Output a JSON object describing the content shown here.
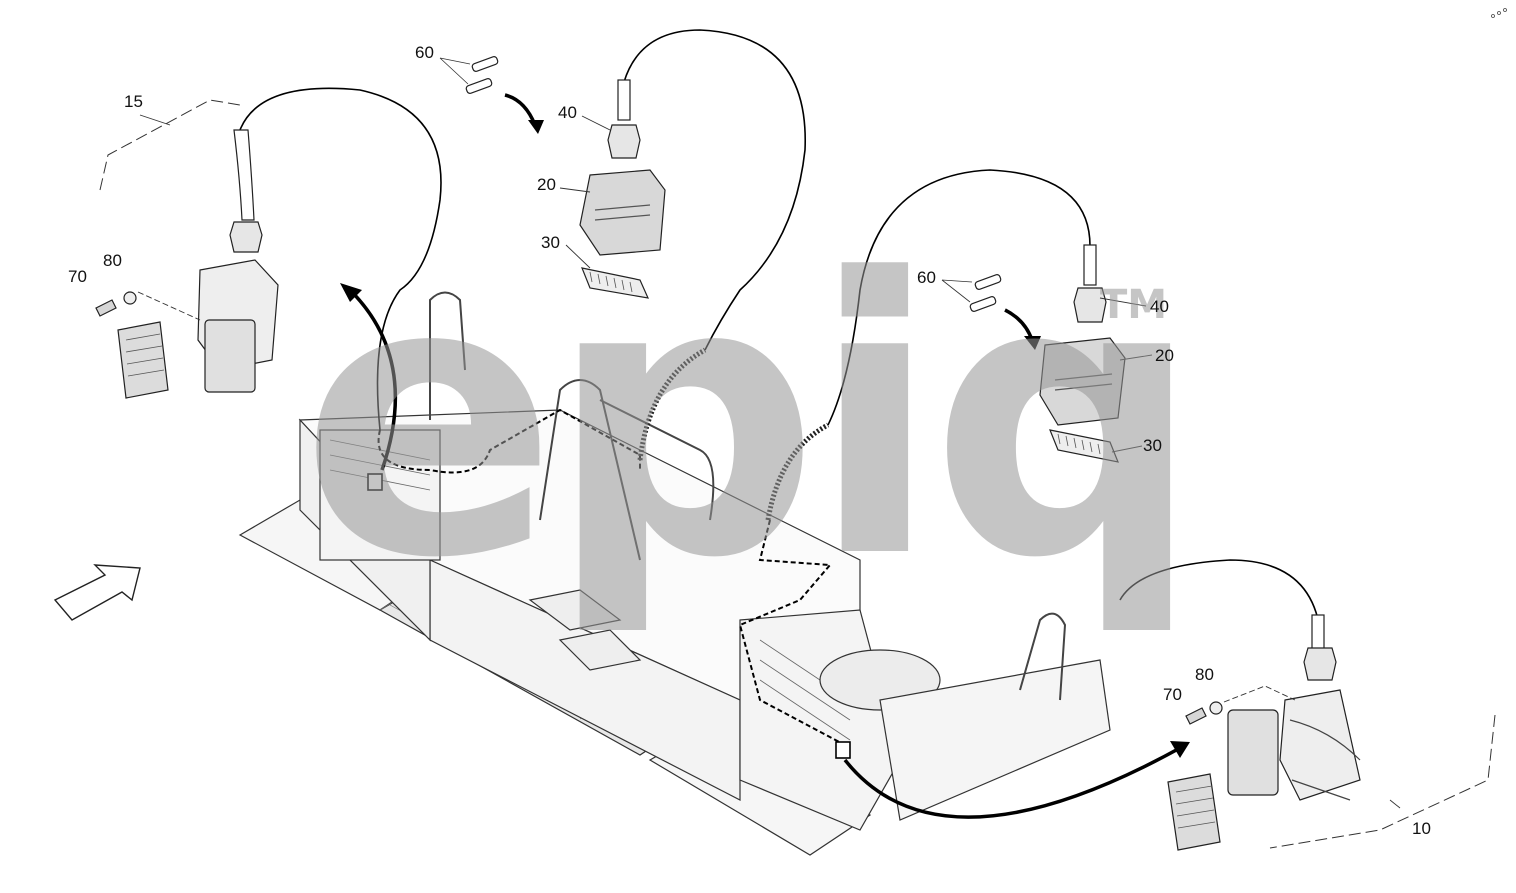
{
  "callouts": {
    "c60_top": "60",
    "c40_top": "40",
    "c20_top": "20",
    "c30_top": "30",
    "c15": "15",
    "c80_left": "80",
    "c70_left": "70",
    "c60_right": "60",
    "c40_right": "40",
    "c20_right": "20",
    "c30_right": "30",
    "c80_right": "80",
    "c70_right": "70",
    "c10": "10"
  },
  "watermark": {
    "logo": "epiq",
    "tm": "TM"
  },
  "colors": {
    "line": "#1a1a1a",
    "cable": "#000000",
    "watermark": "#9a9a9a"
  }
}
